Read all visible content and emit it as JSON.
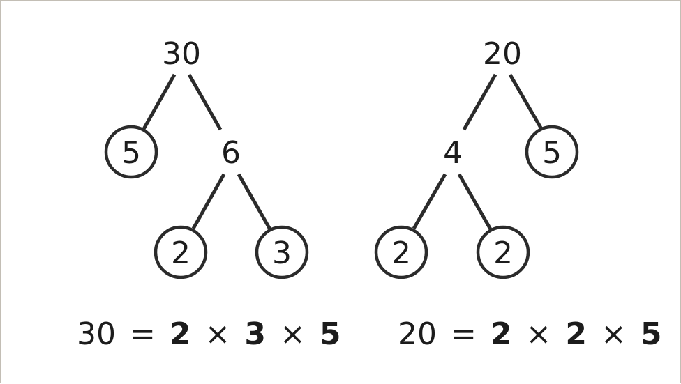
{
  "colors": {
    "background": "#ffffff",
    "ink": "#1c1c1c",
    "stroke": "#2b2b2b",
    "frame": "#c3beb5"
  },
  "trees": [
    {
      "root": "30",
      "nodes": [
        {
          "id": "root",
          "value": "30",
          "circled": false
        },
        {
          "id": "left",
          "value": "5",
          "circled": true
        },
        {
          "id": "right",
          "value": "6",
          "circled": false
        },
        {
          "id": "right-left",
          "value": "2",
          "circled": true
        },
        {
          "id": "right-right",
          "value": "3",
          "circled": true
        }
      ],
      "equation": {
        "number": "30",
        "equals": "=",
        "factors": [
          "2",
          "3",
          "5"
        ],
        "times": "×"
      }
    },
    {
      "root": "20",
      "nodes": [
        {
          "id": "root",
          "value": "20",
          "circled": false
        },
        {
          "id": "left",
          "value": "4",
          "circled": false
        },
        {
          "id": "right",
          "value": "5",
          "circled": true
        },
        {
          "id": "left-left",
          "value": "2",
          "circled": true
        },
        {
          "id": "left-right",
          "value": "2",
          "circled": true
        }
      ],
      "equation": {
        "number": "20",
        "equals": "=",
        "factors": [
          "2",
          "2",
          "5"
        ],
        "times": "×"
      }
    }
  ]
}
